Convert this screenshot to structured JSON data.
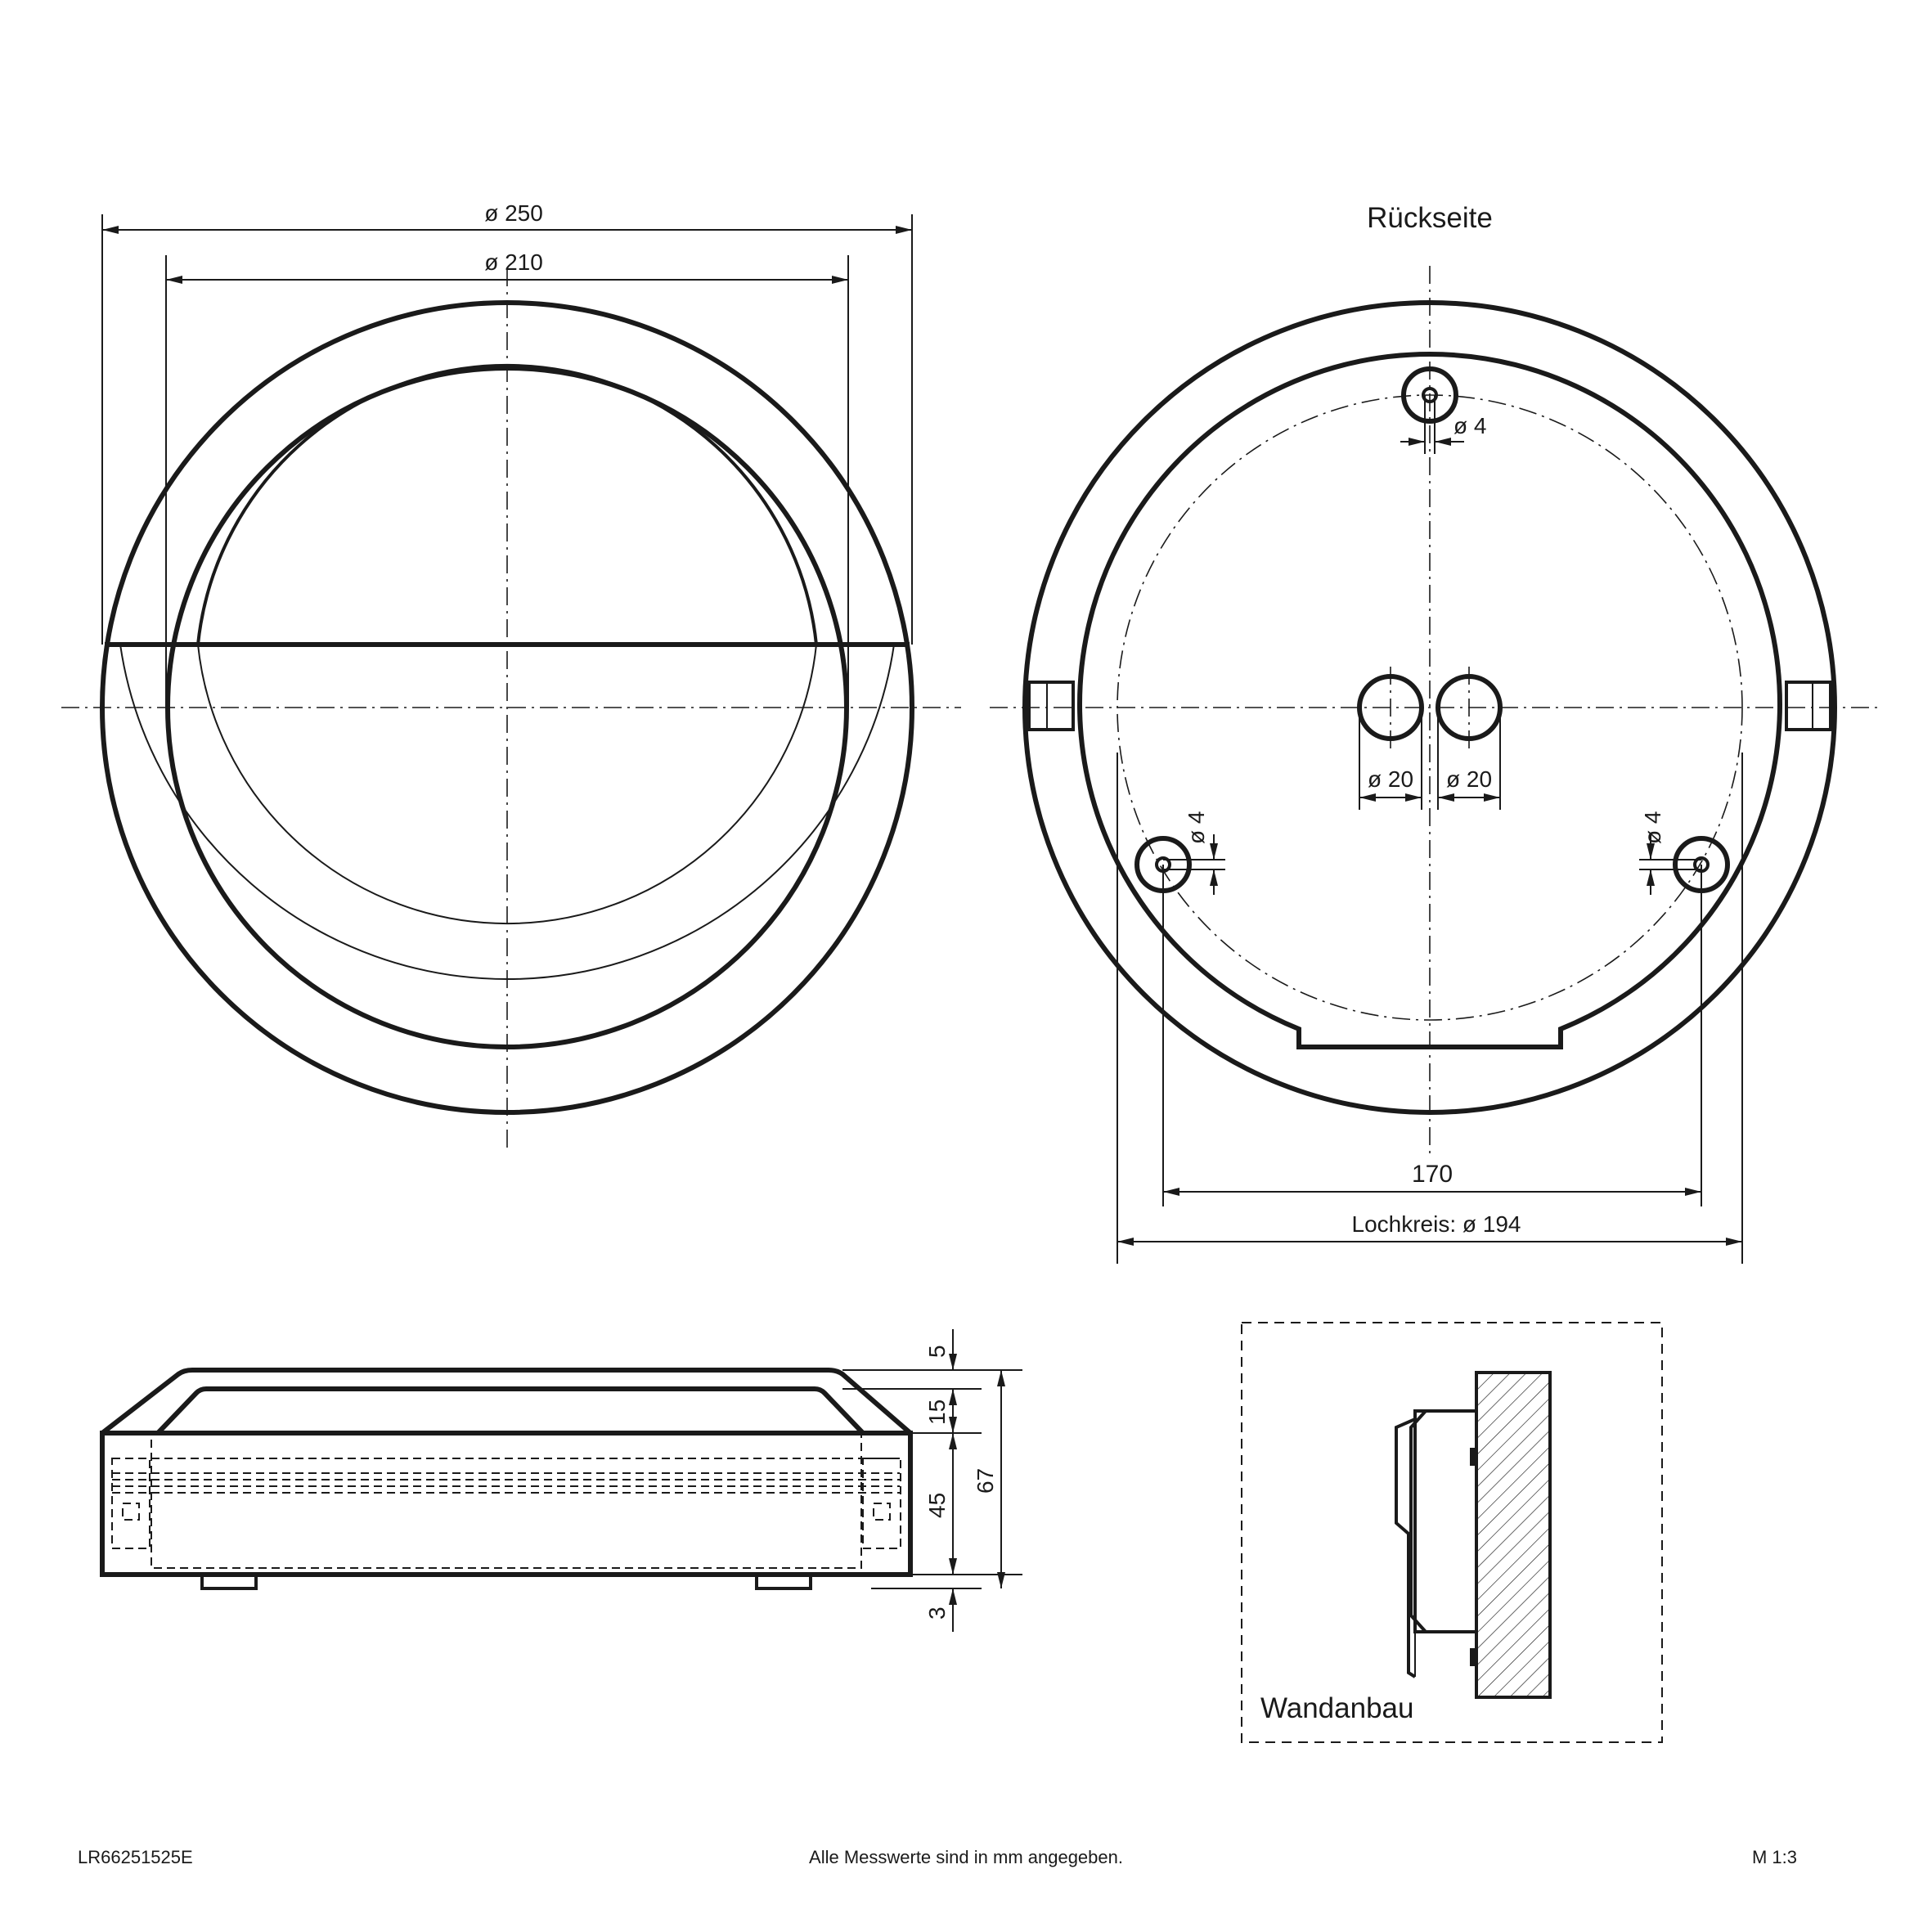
{
  "front_view": {
    "outer_diameter": "ø 250",
    "inner_diameter": "ø 210"
  },
  "back_view": {
    "title": "Rückseite",
    "screw_hole_top": "ø 4",
    "screw_hole_left": "ø 4",
    "screw_hole_right": "ø 4",
    "cable_entry_left": "ø 20",
    "cable_entry_right": "ø 20",
    "hole_spacing": "170",
    "hole_circle": "Lochkreis: ø 194"
  },
  "side_view": {
    "dim_top": "5",
    "dim_cover": "15",
    "dim_body": "45",
    "dim_total": "67",
    "dim_feet": "3"
  },
  "wall_view": {
    "label": "Wandanbau"
  },
  "footer": {
    "article_number": "LR66251525E",
    "note": "Alle Messwerte sind in mm angegeben.",
    "scale": "M 1:3"
  }
}
